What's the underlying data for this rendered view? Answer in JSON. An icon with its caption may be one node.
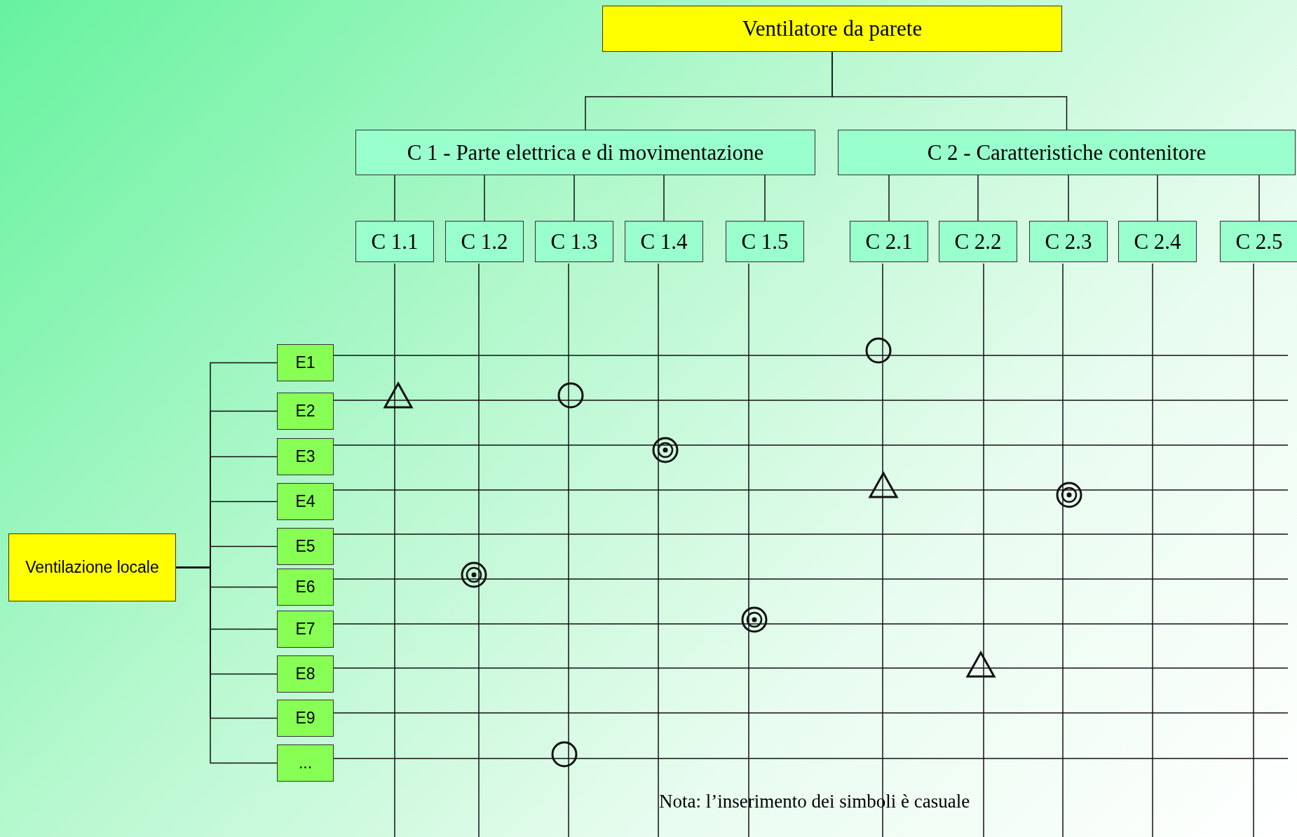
{
  "diagram": {
    "nodes": [
      {
        "text": [
          "Ventilatore da parete"
        ]
      },
      {
        "text": [
          "C 1 - Parte elettrica e di movimentazione"
        ]
      },
      {
        "text": [
          "C 2 - Caratteristiche contenitore"
        ]
      },
      {
        "text": [
          "C 1.1"
        ]
      },
      {
        "text": [
          "C 1.2"
        ]
      },
      {
        "text": [
          "C 1.3"
        ]
      },
      {
        "text": [
          "C 1.4"
        ]
      },
      {
        "text": [
          "C 1.5"
        ]
      },
      {
        "text": [
          "C 2.1"
        ]
      },
      {
        "text": [
          "C 2.2"
        ]
      },
      {
        "text": [
          "C 2.3"
        ]
      },
      {
        "text": [
          "C 2.4"
        ]
      },
      {
        "text": [
          "C 2.5"
        ]
      },
      {
        "text": [
          "Ventilazione locale"
        ]
      },
      {
        "text": [
          "E1"
        ]
      },
      {
        "text": [
          "E2"
        ]
      },
      {
        "text": [
          "E3"
        ]
      },
      {
        "text": [
          "E4"
        ]
      },
      {
        "text": [
          "E5"
        ]
      },
      {
        "text": [
          "E6"
        ]
      },
      {
        "text": [
          "E7"
        ]
      },
      {
        "text": [
          "E8"
        ]
      },
      {
        "text": [
          "E9"
        ]
      },
      {
        "text": [
          "..."
        ]
      }
    ],
    "edges": [
      {
        "from": 0,
        "to": 1,
        "arrow": "none"
      },
      {
        "from": 0,
        "to": 2,
        "arrow": "none"
      },
      {
        "from": 1,
        "to": 3,
        "arrow": "none"
      },
      {
        "from": 1,
        "to": 4,
        "arrow": "none"
      },
      {
        "from": 1,
        "to": 5,
        "arrow": "none"
      },
      {
        "from": 1,
        "to": 6,
        "arrow": "none"
      },
      {
        "from": 1,
        "to": 7,
        "arrow": "none"
      },
      {
        "from": 2,
        "to": 8,
        "arrow": "none"
      },
      {
        "from": 2,
        "to": 9,
        "arrow": "none"
      },
      {
        "from": 2,
        "to": 10,
        "arrow": "none"
      },
      {
        "from": 2,
        "to": 11,
        "arrow": "none"
      },
      {
        "from": 2,
        "to": 12,
        "arrow": "none"
      },
      {
        "from": 13,
        "to": 14,
        "arrow": "none"
      },
      {
        "from": 13,
        "to": 15,
        "arrow": "none"
      },
      {
        "from": 13,
        "to": 16,
        "arrow": "none"
      },
      {
        "from": 13,
        "to": 17,
        "arrow": "none"
      },
      {
        "from": 13,
        "to": 18,
        "arrow": "none"
      },
      {
        "from": 13,
        "to": 19,
        "arrow": "none"
      },
      {
        "from": 13,
        "to": 20,
        "arrow": "none"
      },
      {
        "from": 13,
        "to": 21,
        "arrow": "none"
      },
      {
        "from": 13,
        "to": 22,
        "arrow": "none"
      },
      {
        "from": 13,
        "to": 23,
        "arrow": "none"
      }
    ],
    "labels": [
      "Nota: l’inserimento dei simboli è casuale"
    ]
  }
}
